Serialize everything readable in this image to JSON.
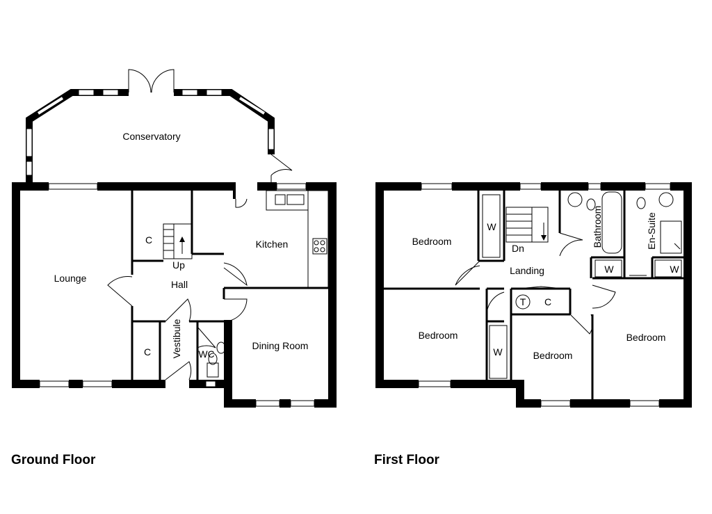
{
  "ground_floor": {
    "title": "Ground Floor",
    "rooms": {
      "conservatory": "Conservatory",
      "lounge": "Lounge",
      "cupboard_upper": "C",
      "stairs_up": "Up",
      "hall": "Hall",
      "kitchen": "Kitchen",
      "cupboard_lower": "C",
      "vestibule": "Vestibule",
      "wc": "WC",
      "dining_room": "Dining Room"
    }
  },
  "first_floor": {
    "title": "First Floor",
    "rooms": {
      "bedroom_1": "Bedroom",
      "wardrobe_1": "W",
      "stairs_down": "Dn",
      "bathroom": "Bathroom",
      "en_suite": "En-Suite",
      "landing": "Landing",
      "wardrobe_2": "W",
      "wardrobe_3": "W",
      "tank": "T",
      "cupboard": "C",
      "bedroom_2": "Bedroom",
      "wardrobe_4": "W",
      "bedroom_3": "Bedroom",
      "bedroom_4": "Bedroom"
    }
  }
}
